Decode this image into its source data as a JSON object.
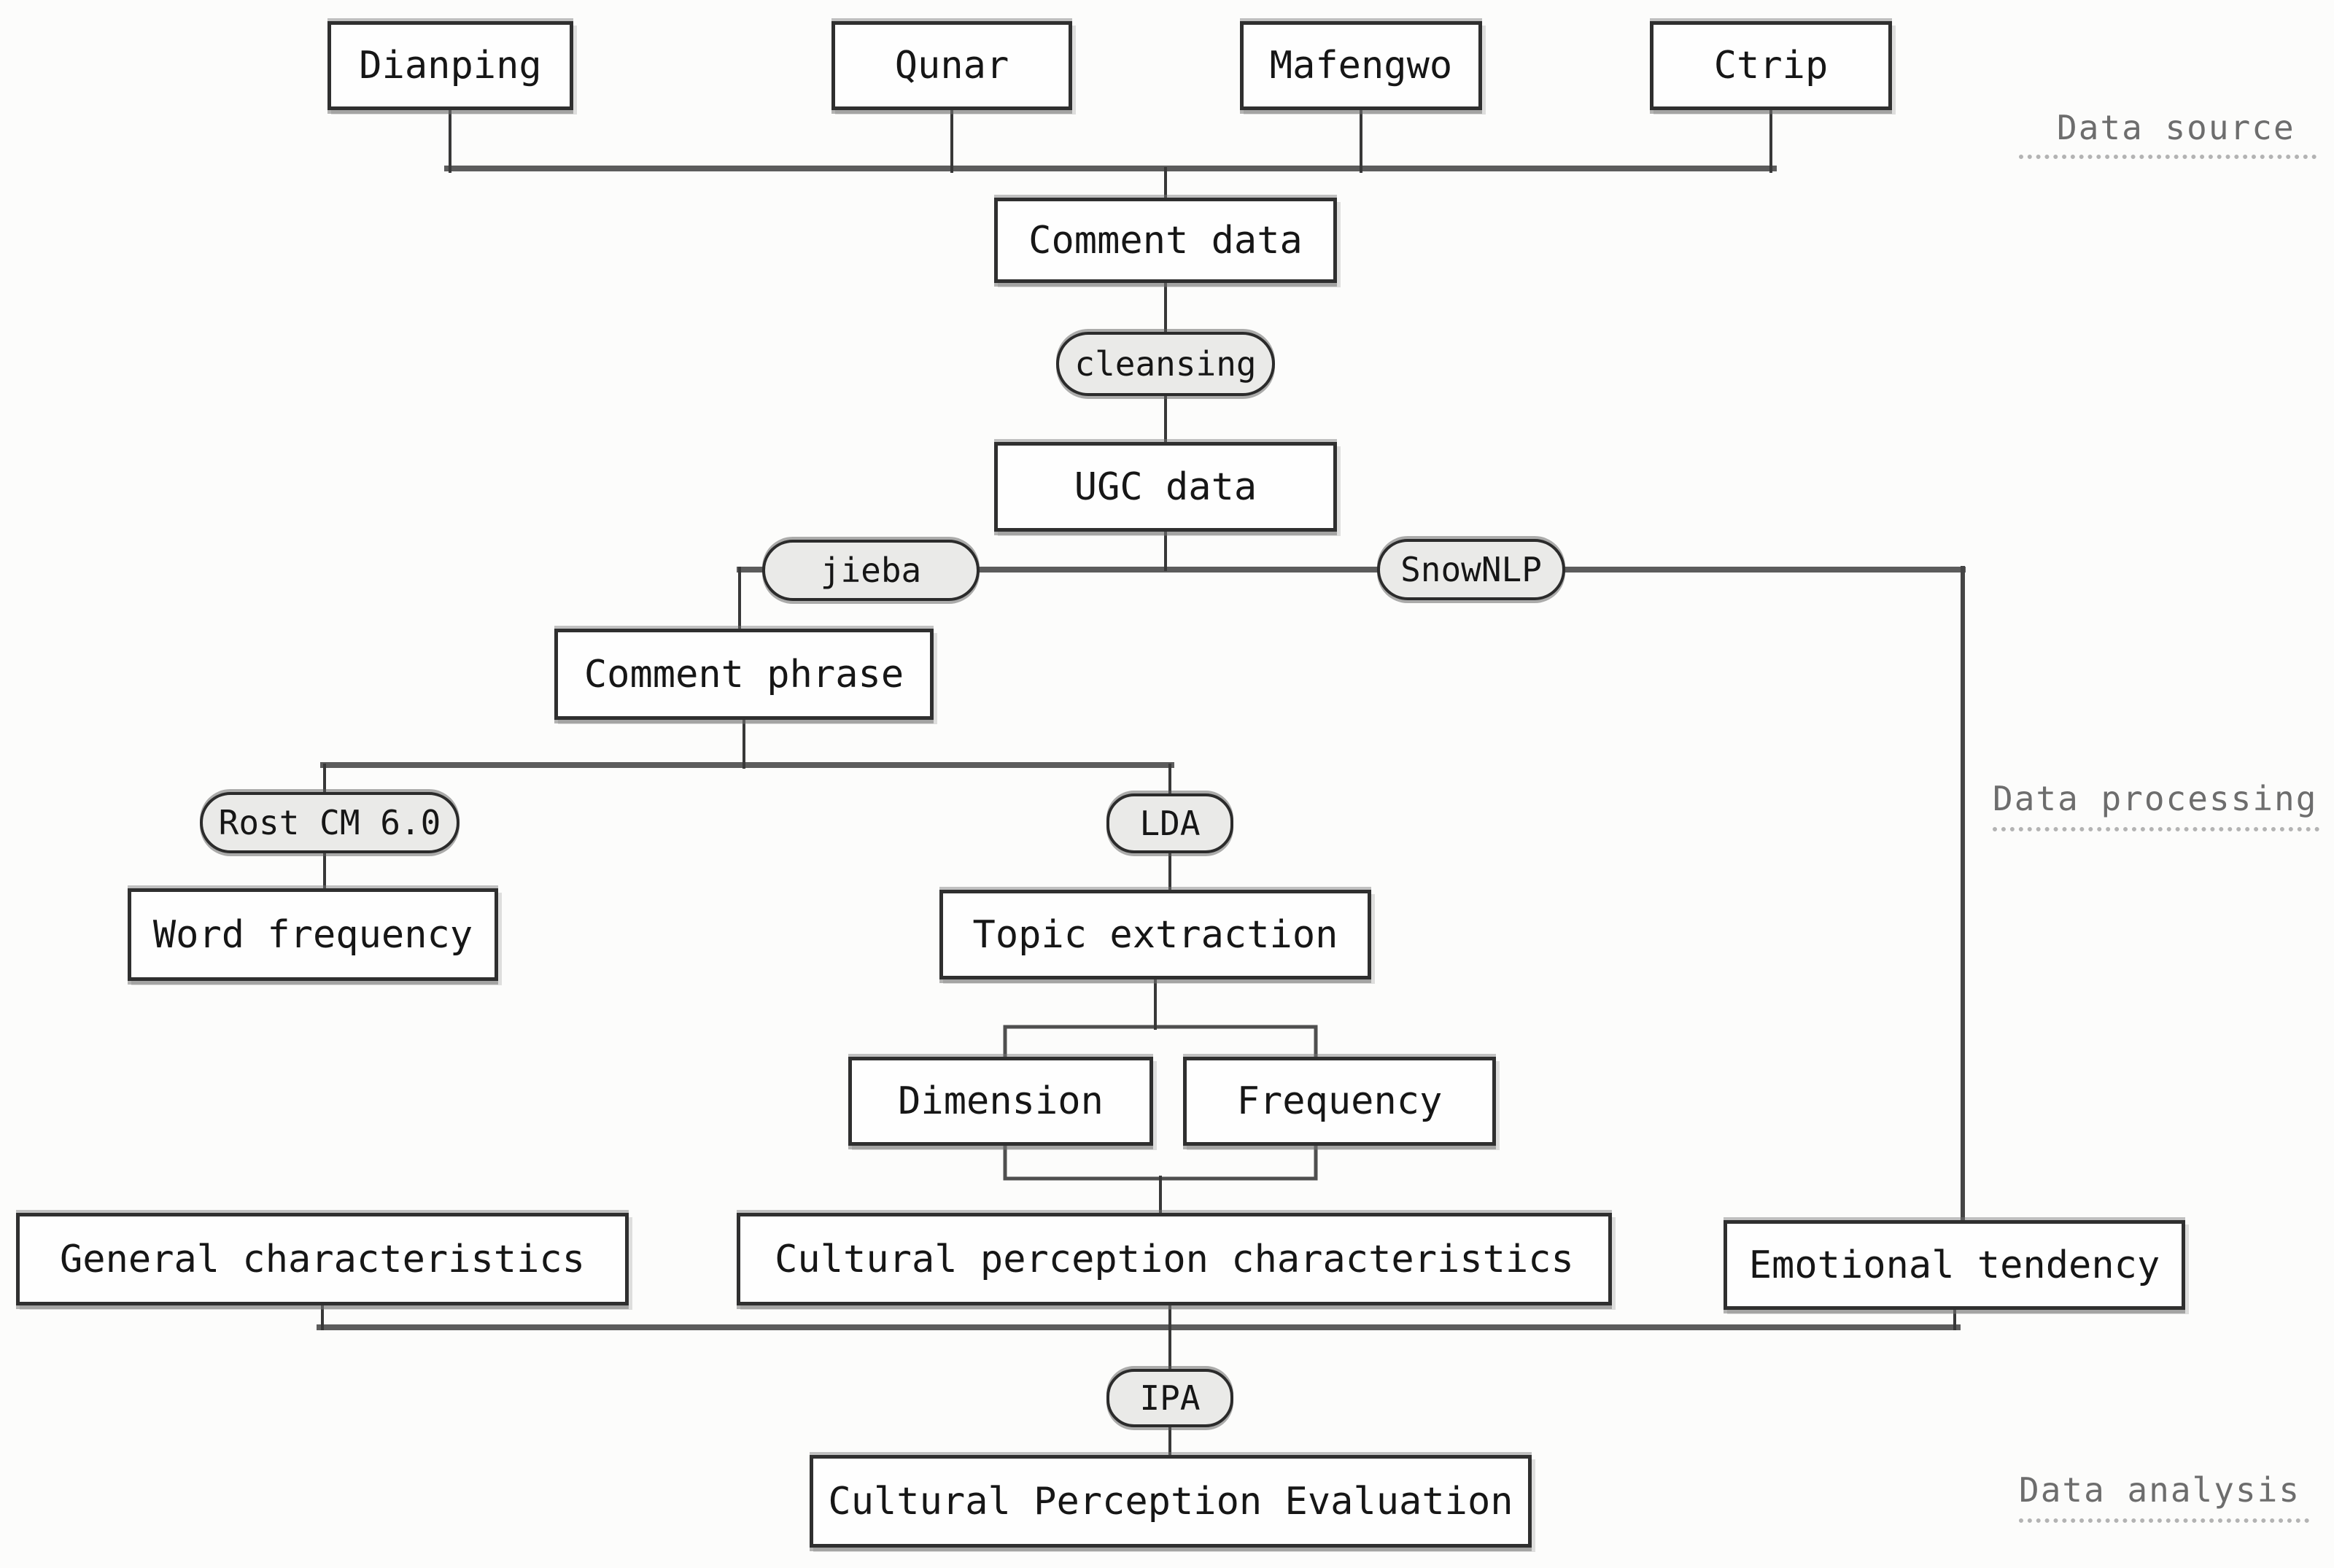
{
  "figure": {
    "type": "flowchart",
    "stage_labels": {
      "source": "Data source",
      "processing": "Data processing",
      "analysis": "Data analysis"
    },
    "boxes": {
      "dianping": "Dianping",
      "qunar": "Qunar",
      "mafengwo": "Mafengwo",
      "ctrip": "Ctrip",
      "comment_data": "Comment data",
      "ugc_data": "UGC data",
      "comment_phrase": "Comment phrase",
      "word_frequency": "Word frequency",
      "topic_extraction": "Topic extraction",
      "dimension": "Dimension",
      "frequency": "Frequency",
      "general_characteristics": "General characteristics",
      "cultural_perception_characteristics": "Cultural perception characteristics",
      "emotional_tendency": "Emotional tendency",
      "cultural_perception_evaluation": "Cultural Perception Evaluation"
    },
    "operators": {
      "cleansing": "cleansing",
      "jieba": "jieba",
      "snownlp": "SnowNLP",
      "rost_cm": "Rost CM 6.0",
      "lda": "LDA",
      "ipa": "IPA"
    },
    "colors": {
      "background": "#fcfcfb",
      "box_fill": "#fefefe",
      "box_border": "#2f2f2f",
      "pill_fill": "#eaeae8",
      "connector": "#383838",
      "connector_major": "#5c5c5c",
      "stage_label_text": "#6d6d6d",
      "dotted_rule": "#b3b3b3"
    }
  }
}
